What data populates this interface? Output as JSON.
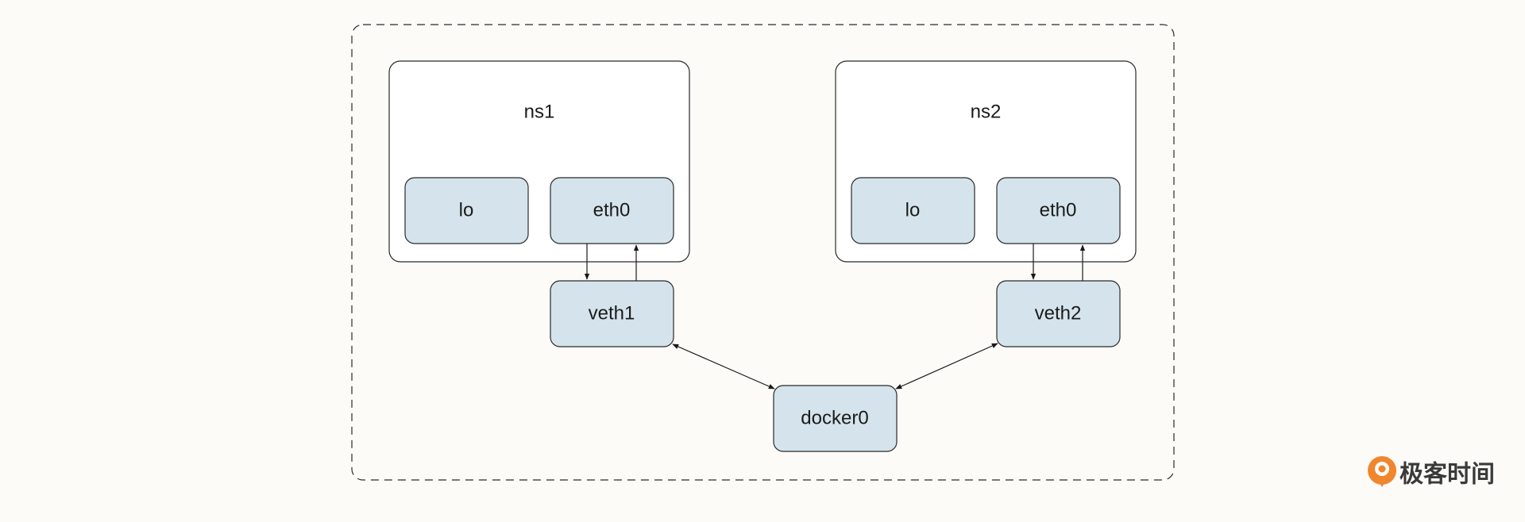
{
  "diagram": {
    "ns1": {
      "title": "ns1",
      "lo": "lo",
      "eth0": "eth0"
    },
    "ns2": {
      "title": "ns2",
      "lo": "lo",
      "eth0": "eth0"
    },
    "veth1": "veth1",
    "veth2": "veth2",
    "docker0": "docker0"
  },
  "brand": {
    "name": "极客时间",
    "accent": "#f0862e"
  },
  "colors": {
    "background": "#fcfbf8",
    "interface_fill": "#d5e4ec",
    "namespace_fill": "#ffffff",
    "stroke": "#2a2a2a"
  }
}
